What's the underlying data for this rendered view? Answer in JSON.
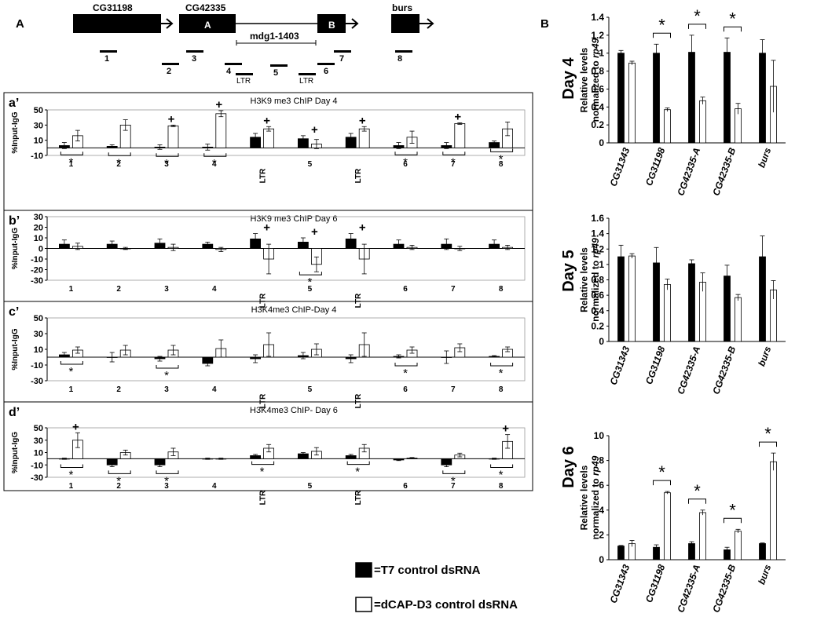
{
  "panel_labels": {
    "a": "A",
    "b": "B"
  },
  "gene_map": {
    "genes": [
      "CG31198",
      "CG42335",
      "burs"
    ],
    "exons": [
      "A",
      "B"
    ],
    "element": "mdg1-1403",
    "probes": [
      "1",
      "2",
      "3",
      "4",
      "LTR",
      "5",
      "LTR",
      "6",
      "7",
      "8"
    ]
  },
  "legend": {
    "t7": "=T7 control dsRNA",
    "dcap": "=dCAP-D3 control dsRNA",
    "colors": {
      "t7": "#000000",
      "dcap": "#ffffff"
    }
  },
  "chart_data": [
    {
      "type": "bar",
      "label": "a’",
      "title": "H3K9 me3 ChIP Day 4",
      "ylabel": "%Input-IgG",
      "ylim": [
        -10,
        50
      ],
      "yticks": [
        -10,
        10,
        30,
        50
      ],
      "categories": [
        "1",
        "2",
        "3",
        "4",
        "LTR",
        "5",
        "LTR",
        "6",
        "7",
        "8"
      ],
      "series": [
        {
          "name": "T7 control dsRNA",
          "values": [
            3,
            2,
            1,
            1,
            14,
            12,
            14,
            3,
            3,
            7
          ],
          "errors": [
            4,
            2,
            3,
            4,
            5,
            4,
            5,
            4,
            4,
            2
          ]
        },
        {
          "name": "dCAP-D3 control dsRNA",
          "values": [
            16,
            30,
            29,
            45,
            25,
            5,
            25,
            14,
            32,
            25
          ],
          "errors": [
            7,
            7,
            1,
            4,
            3,
            6,
            3,
            8,
            1,
            9
          ]
        }
      ],
      "sig_star": [
        "1",
        "2",
        "3",
        "4",
        "6",
        "7",
        "8"
      ],
      "sig_plus": [
        "3",
        "4",
        "LTR",
        "5",
        "LTR",
        "7"
      ]
    },
    {
      "type": "bar",
      "label": "b’",
      "title": "H3K9 me3 ChIP Day 6",
      "ylabel": "%Input-IgG",
      "ylim": [
        -30,
        30
      ],
      "yticks": [
        -30,
        -20,
        -10,
        0,
        10,
        20,
        30
      ],
      "categories": [
        "1",
        "2",
        "3",
        "4",
        "LTR",
        "5",
        "LTR",
        "6",
        "7",
        "8"
      ],
      "series": [
        {
          "name": "T7 control dsRNA",
          "values": [
            4,
            4,
            5,
            4,
            9,
            6,
            9,
            4,
            4,
            4
          ],
          "errors": [
            4,
            3,
            4,
            2,
            5,
            4,
            5,
            4,
            5,
            4
          ]
        },
        {
          "name": "dCAP-D3 control dsRNA",
          "values": [
            2,
            0,
            1,
            -1,
            -10,
            -15,
            -10,
            1,
            0,
            1
          ],
          "errors": [
            3,
            1,
            3,
            2,
            14,
            7,
            14,
            2,
            2,
            2
          ]
        }
      ],
      "sig_star": [
        "5"
      ],
      "sig_plus": [
        "LTR",
        "LTR",
        "5"
      ]
    },
    {
      "type": "bar",
      "label": "c’",
      "title": "H3K4me3 ChIP-Day 4",
      "ylabel": "%Input-IgG",
      "ylim": [
        -30,
        50
      ],
      "yticks": [
        -30,
        -10,
        10,
        30,
        50
      ],
      "categories": [
        "1",
        "2",
        "3",
        "4",
        "LTR",
        "5",
        "LTR",
        "6",
        "7",
        "8"
      ],
      "series": [
        {
          "name": "T7 control dsRNA",
          "values": [
            3,
            0,
            -2,
            -8,
            -2,
            2,
            -2,
            1,
            0,
            1
          ],
          "errors": [
            3,
            6,
            3,
            3,
            5,
            4,
            5,
            2,
            8,
            1
          ]
        },
        {
          "name": "dCAP-D3 control dsRNA",
          "values": [
            9,
            9,
            9,
            11,
            16,
            10,
            16,
            9,
            12,
            10
          ],
          "errors": [
            4,
            6,
            6,
            11,
            15,
            7,
            15,
            4,
            5,
            3
          ]
        }
      ],
      "sig_star": [
        "1",
        "3",
        "6",
        "8"
      ],
      "sig_plus": []
    },
    {
      "type": "bar",
      "label": "d’",
      "title": "H3K4me3 ChIP- Day 6",
      "ylabel": "%Input-IgG",
      "ylim": [
        -30,
        50
      ],
      "yticks": [
        -30,
        -10,
        10,
        30,
        50
      ],
      "categories": [
        "1",
        "2",
        "3",
        "4",
        "LTR",
        "5",
        "LTR",
        "6",
        "7",
        "8"
      ],
      "series": [
        {
          "name": "T7 control dsRNA",
          "values": [
            0,
            -10,
            -10,
            0,
            5,
            8,
            5,
            -2,
            -10,
            0
          ],
          "errors": [
            1,
            3,
            3,
            1,
            2,
            2,
            2,
            1,
            3,
            1
          ]
        },
        {
          "name": "dCAP-D3 control dsRNA",
          "values": [
            30,
            10,
            11,
            0,
            17,
            12,
            17,
            1,
            6,
            28
          ],
          "errors": [
            12,
            4,
            6,
            1,
            6,
            6,
            6,
            1,
            3,
            11
          ]
        }
      ],
      "sig_star": [
        "1",
        "2",
        "3",
        "LTR",
        "LTR",
        "7",
        "8"
      ],
      "sig_plus": [
        "1",
        "8"
      ]
    },
    {
      "type": "bar",
      "label": "Day 4",
      "ylabel": "Relative levels normalized to rp49",
      "ylim": [
        0,
        1.4
      ],
      "yticks": [
        0,
        0.2,
        0.4,
        0.6,
        0.8,
        1,
        1.2,
        1.4
      ],
      "tick_labels": [
        "0",
        "0.2",
        "0.4",
        "0.6",
        "0.8",
        "1",
        "1.2",
        "1.4"
      ],
      "categories": [
        "CG31343",
        "CG31198",
        "CG42335-A",
        "CG42335-B",
        "burs"
      ],
      "series": [
        {
          "name": "T7 control dsRNA",
          "values": [
            1.0,
            1.0,
            1.01,
            1.01,
            1.0
          ],
          "errors": [
            0.03,
            0.1,
            0.19,
            0.16,
            0.15
          ]
        },
        {
          "name": "dCAP-D3 control dsRNA",
          "values": [
            0.89,
            0.37,
            0.47,
            0.38,
            0.63
          ],
          "errors": [
            0.02,
            0.02,
            0.04,
            0.06,
            0.29
          ]
        }
      ],
      "sig_star": [
        "CG31198",
        "CG42335-A",
        "CG42335-B"
      ]
    },
    {
      "type": "bar",
      "label": "Day 5",
      "ylabel": "Relative levels normalized to rp49",
      "ylim": [
        0,
        1.6
      ],
      "yticks": [
        0,
        0.2,
        0.4,
        0.6,
        0.8,
        1,
        1.2,
        1.4,
        1.6
      ],
      "tick_labels": [
        "0",
        "0.2",
        "0.4",
        "0.6",
        "0.8",
        "1",
        "1.2",
        "1.4",
        "1.6"
      ],
      "categories": [
        "CG31343",
        "CG31198",
        "CG42335-A",
        "CG42335-B",
        "burs"
      ],
      "series": [
        {
          "name": "T7 control dsRNA",
          "values": [
            1.1,
            1.02,
            1.01,
            0.85,
            1.1
          ],
          "errors": [
            0.15,
            0.2,
            0.05,
            0.14,
            0.27
          ]
        },
        {
          "name": "dCAP-D3 control dsRNA",
          "values": [
            1.11,
            0.74,
            0.77,
            0.57,
            0.67
          ],
          "errors": [
            0.03,
            0.07,
            0.12,
            0.04,
            0.12
          ]
        }
      ],
      "sig_star": []
    },
    {
      "type": "bar",
      "label": "Day 6",
      "ylabel": "Relative levels normalized to rp49",
      "ylim": [
        0,
        10
      ],
      "yticks": [
        0,
        2,
        4,
        6,
        8,
        10
      ],
      "tick_labels": [
        "0",
        "2",
        "4",
        "6",
        "8",
        "10"
      ],
      "categories": [
        "CG31343",
        "CG31198",
        "CG42335-A",
        "CG42335-B",
        "burs"
      ],
      "series": [
        {
          "name": "T7 control dsRNA",
          "values": [
            1.1,
            1.0,
            1.3,
            0.8,
            1.3
          ],
          "errors": [
            0.05,
            0.2,
            0.15,
            0.2,
            0.05
          ]
        },
        {
          "name": "dCAP-D3 control dsRNA",
          "values": [
            1.3,
            5.4,
            3.8,
            2.3,
            7.9
          ],
          "errors": [
            0.25,
            0.1,
            0.2,
            0.15,
            0.7
          ]
        }
      ],
      "sig_star": [
        "CG31198",
        "CG42335-A",
        "CG42335-B",
        "burs"
      ]
    }
  ]
}
